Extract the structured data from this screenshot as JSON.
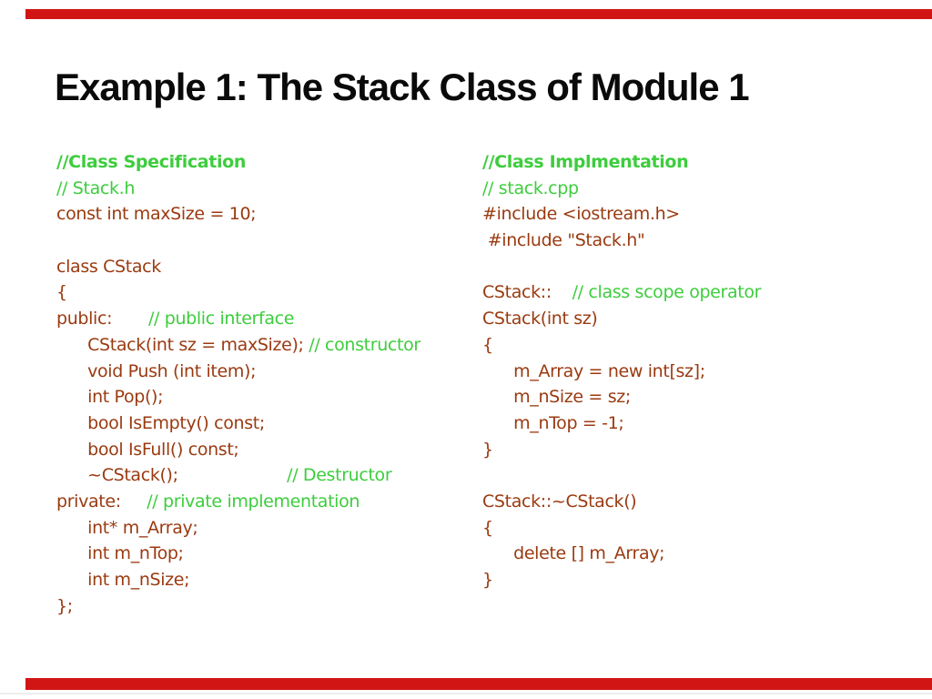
{
  "title": "Example 1: The Stack Class of Module 1",
  "theme": {
    "background": "#ffffff",
    "accent_bar_color": "#d11515",
    "title_color": "#0a0a0a",
    "code_color": "#9a3a10",
    "comment_color": "#3dcd3d"
  },
  "columns": [
    {
      "id": "class-specification",
      "lines": [
        [
          {
            "t": "//Class Specification",
            "s": "comment-bold"
          }
        ],
        [
          {
            "t": "// Stack.h",
            "s": "comment"
          }
        ],
        [
          {
            "t": "const int maxSize = 10;",
            "s": "code"
          }
        ],
        [],
        [
          {
            "t": "class CStack",
            "s": "code"
          }
        ],
        [
          {
            "t": "{",
            "s": "code"
          }
        ],
        [
          {
            "t": "public:",
            "s": "code"
          },
          {
            "t": "       // public interface",
            "s": "comment"
          }
        ],
        [
          {
            "t": "      CStack(int sz = maxSize); ",
            "s": "code"
          },
          {
            "t": "// constructor",
            "s": "comment"
          }
        ],
        [
          {
            "t": "      void Push (int item);",
            "s": "code"
          }
        ],
        [
          {
            "t": "      int Pop();",
            "s": "code"
          }
        ],
        [
          {
            "t": "      bool IsEmpty() const;",
            "s": "code"
          }
        ],
        [
          {
            "t": "      bool IsFull() const;",
            "s": "code"
          }
        ],
        [
          {
            "t": "      ~CStack();",
            "s": "code"
          },
          {
            "t": "                     // Destructor",
            "s": "comment"
          }
        ],
        [
          {
            "t": "private:",
            "s": "code"
          },
          {
            "t": "     // private implementation",
            "s": "comment"
          }
        ],
        [
          {
            "t": "      int* m_Array;",
            "s": "code"
          }
        ],
        [
          {
            "t": "      int m_nTop;",
            "s": "code"
          }
        ],
        [
          {
            "t": "      int m_nSize;",
            "s": "code"
          }
        ],
        [
          {
            "t": "};",
            "s": "code"
          }
        ]
      ]
    },
    {
      "id": "class-implementation",
      "lines": [
        [
          {
            "t": "//Class Implmentation",
            "s": "comment-bold"
          }
        ],
        [
          {
            "t": "// stack.cpp",
            "s": "comment"
          }
        ],
        [
          {
            "t": "#include <iostream.h>",
            "s": "code"
          }
        ],
        [
          {
            "t": " #include \"Stack.h\"",
            "s": "code"
          }
        ],
        [],
        [
          {
            "t": "CStack::",
            "s": "code"
          },
          {
            "t": "    // class scope operator",
            "s": "comment"
          }
        ],
        [
          {
            "t": "CStack(int sz)",
            "s": "code"
          }
        ],
        [
          {
            "t": "{",
            "s": "code"
          }
        ],
        [
          {
            "t": "      m_Array = new int[sz];",
            "s": "code"
          }
        ],
        [
          {
            "t": "      m_nSize = sz;",
            "s": "code"
          }
        ],
        [
          {
            "t": "      m_nTop = -1;",
            "s": "code"
          }
        ],
        [
          {
            "t": "}",
            "s": "code"
          }
        ],
        [],
        [
          {
            "t": "CStack::~CStack()",
            "s": "code"
          }
        ],
        [
          {
            "t": "{",
            "s": "code"
          }
        ],
        [
          {
            "t": "      delete [] m_Array;",
            "s": "code"
          }
        ],
        [
          {
            "t": "}",
            "s": "code"
          }
        ]
      ]
    }
  ]
}
